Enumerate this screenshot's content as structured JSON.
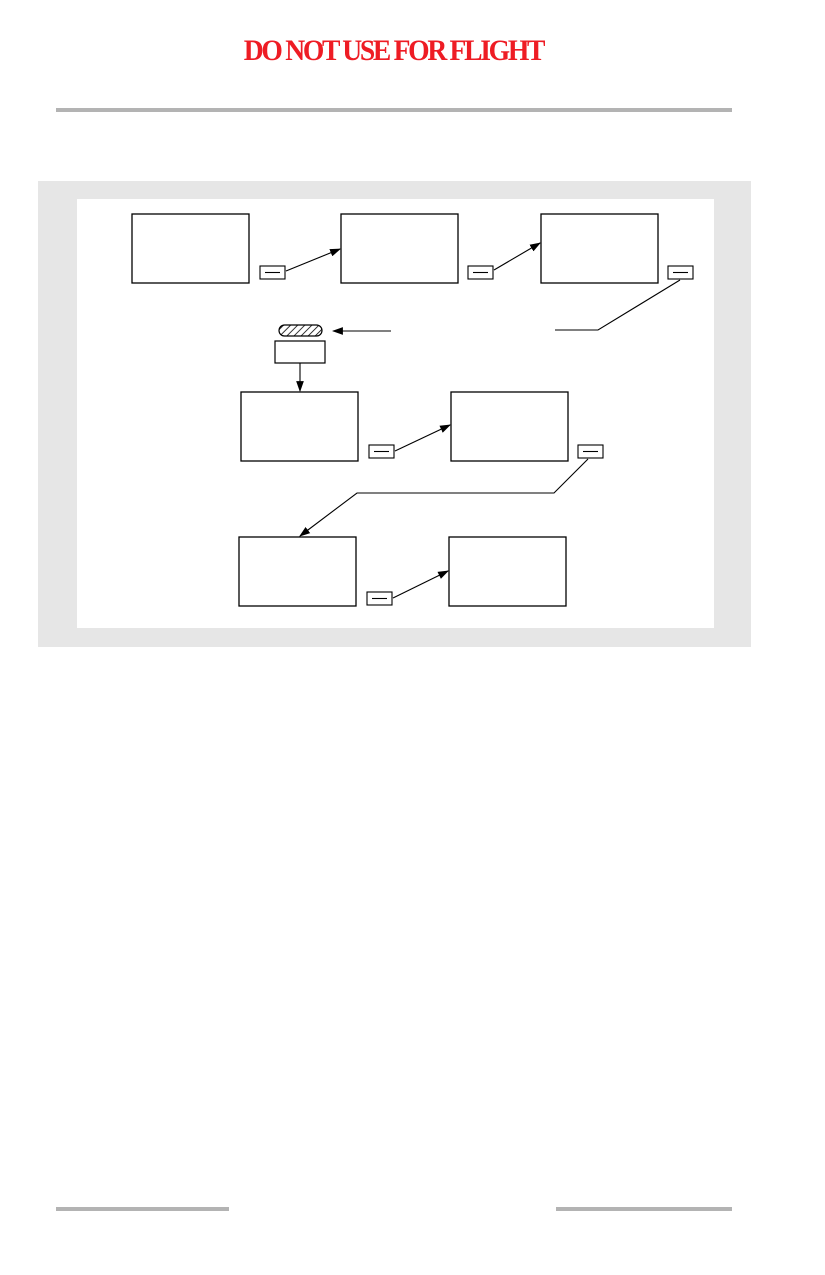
{
  "header": {
    "warning_text": "DO NOT USE FOR FLIGHT",
    "warning_color": "#ee1c24"
  },
  "colors": {
    "panel_outer": "#e6e6e6",
    "panel_inner": "#ffffff",
    "rule": "#b3b3b3",
    "stroke": "#000000"
  },
  "diagram": {
    "screens": [
      {
        "id": "screen-1"
      },
      {
        "id": "screen-2"
      },
      {
        "id": "screen-3"
      },
      {
        "id": "screen-4"
      },
      {
        "id": "screen-5"
      },
      {
        "id": "screen-6"
      },
      {
        "id": "screen-7"
      }
    ],
    "keys": [
      "key-1",
      "key-2",
      "key-3",
      "key-4",
      "key-5",
      "key-6"
    ],
    "icons": [
      "knob-icon",
      "label-box"
    ]
  }
}
